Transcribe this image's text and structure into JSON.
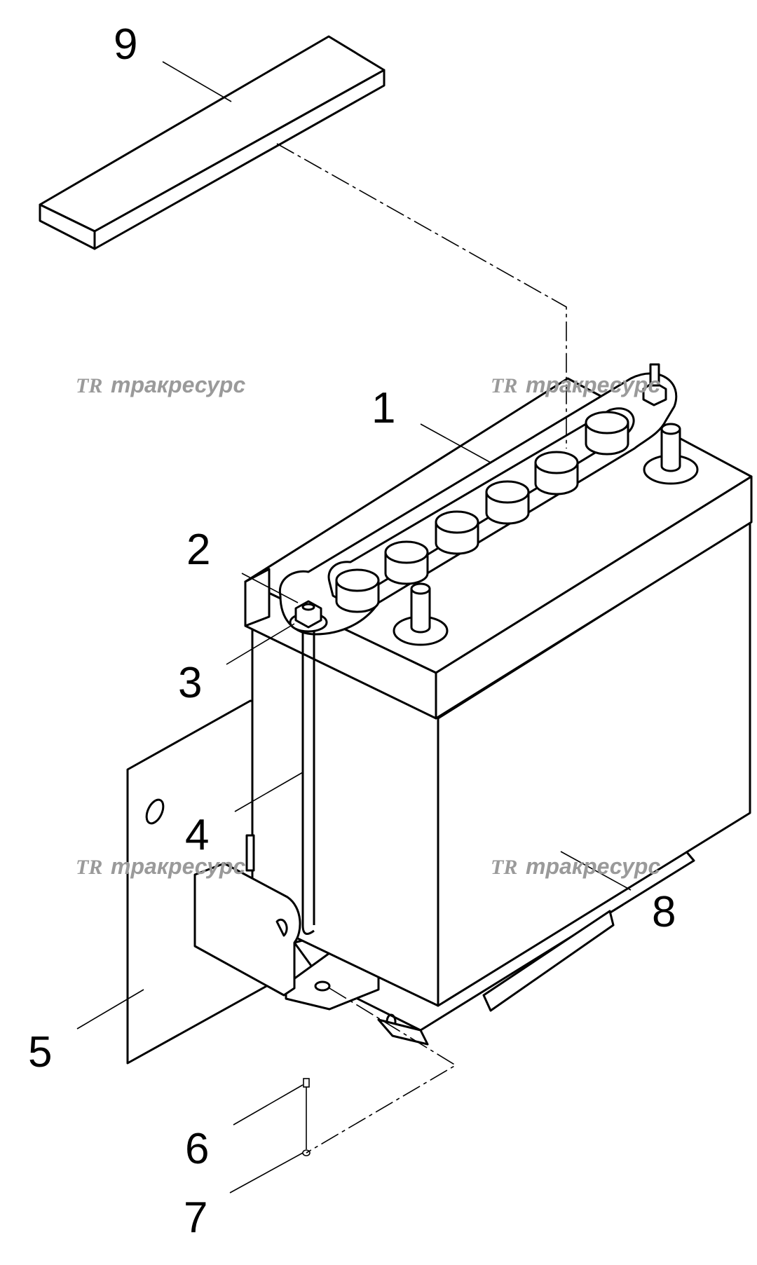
{
  "callouts": [
    "1",
    "2",
    "3",
    "4",
    "5",
    "6",
    "7",
    "8",
    "9"
  ],
  "watermark": {
    "logo": "TR",
    "text": "тракресурс"
  },
  "colors": {
    "line": "#000000",
    "watermark": "#9a9a9a",
    "background": "#ffffff"
  }
}
